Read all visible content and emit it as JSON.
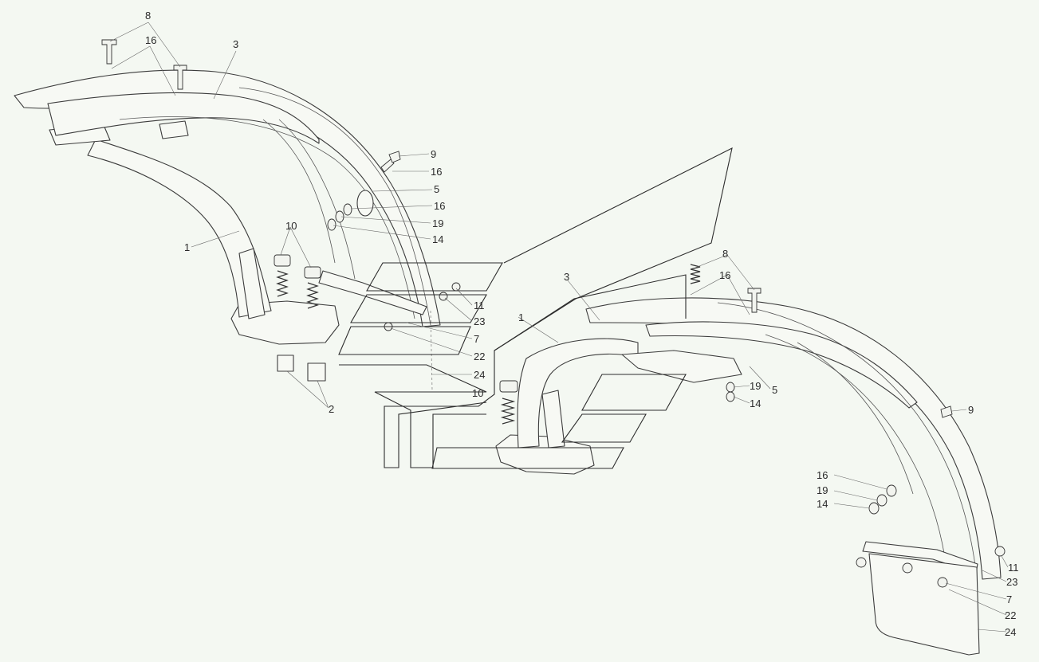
{
  "diagram": {
    "callouts": [
      {
        "id": "c8a",
        "text": "8"
      },
      {
        "id": "c16a",
        "text": "16"
      },
      {
        "id": "c3a",
        "text": "3"
      },
      {
        "id": "c9a",
        "text": "9"
      },
      {
        "id": "c16b",
        "text": "16"
      },
      {
        "id": "c5a",
        "text": "5"
      },
      {
        "id": "c16c",
        "text": "16"
      },
      {
        "id": "c19a",
        "text": "19"
      },
      {
        "id": "c14a",
        "text": "14"
      },
      {
        "id": "c10a",
        "text": "10"
      },
      {
        "id": "c1a",
        "text": "1"
      },
      {
        "id": "c11a",
        "text": "11"
      },
      {
        "id": "c23a",
        "text": "23"
      },
      {
        "id": "c7a",
        "text": "7"
      },
      {
        "id": "c22a",
        "text": "22"
      },
      {
        "id": "c24a",
        "text": "24"
      },
      {
        "id": "c2a",
        "text": "2"
      },
      {
        "id": "c10b",
        "text": "10"
      },
      {
        "id": "c3b",
        "text": "3"
      },
      {
        "id": "c1b",
        "text": "1"
      },
      {
        "id": "c8b",
        "text": "8"
      },
      {
        "id": "c16d",
        "text": "16"
      },
      {
        "id": "c19b",
        "text": "19"
      },
      {
        "id": "c5b",
        "text": "5"
      },
      {
        "id": "c14b",
        "text": "14"
      },
      {
        "id": "c9b",
        "text": "9"
      },
      {
        "id": "c16e",
        "text": "16"
      },
      {
        "id": "c19c",
        "text": "19"
      },
      {
        "id": "c14c",
        "text": "14"
      },
      {
        "id": "c11b",
        "text": "11"
      },
      {
        "id": "c23b",
        "text": "23"
      },
      {
        "id": "c7b",
        "text": "7"
      },
      {
        "id": "c22b",
        "text": "22"
      },
      {
        "id": "c24b",
        "text": "24"
      }
    ]
  }
}
